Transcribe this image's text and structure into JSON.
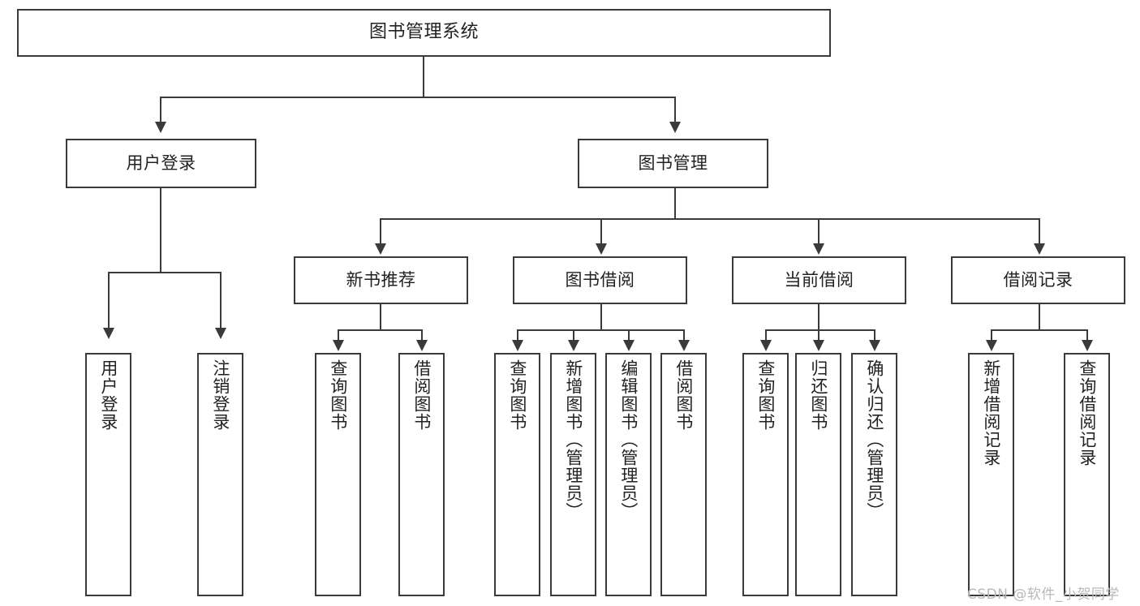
{
  "diagram": {
    "title": "图书管理系统",
    "type": "tree-hierarchy",
    "watermark": "CSDN @软件_小贺同学",
    "colors": {
      "stroke": "#3a3a3a",
      "fill": "#ffffff",
      "text": "#222222",
      "watermark": "#b9b9b9"
    },
    "levels": {
      "root": {
        "label": "图书管理系统"
      },
      "level2": [
        {
          "key": "user_login",
          "label": "用户登录"
        },
        {
          "key": "book_manage",
          "label": "图书管理"
        }
      ],
      "level3": [
        {
          "key": "new_book_rec",
          "label": "新书推荐",
          "parent": "book_manage"
        },
        {
          "key": "book_borrow",
          "label": "图书借阅",
          "parent": "book_manage"
        },
        {
          "key": "current_borrow",
          "label": "当前借阅",
          "parent": "book_manage"
        },
        {
          "key": "borrow_record",
          "label": "借阅记录",
          "parent": "book_manage"
        }
      ],
      "leaves": [
        {
          "key": "leaf_user_login",
          "label": "用户登录",
          "parent": "user_login"
        },
        {
          "key": "leaf_user_logout",
          "label": "注销登录",
          "parent": "user_login"
        },
        {
          "key": "leaf_rec_query",
          "label": "查询图书",
          "parent": "new_book_rec"
        },
        {
          "key": "leaf_rec_borrow",
          "label": "借阅图书",
          "parent": "new_book_rec"
        },
        {
          "key": "leaf_bb_query",
          "label": "查询图书",
          "parent": "book_borrow"
        },
        {
          "key": "leaf_bb_add",
          "label": "新增图书（管理员）",
          "parent": "book_borrow"
        },
        {
          "key": "leaf_bb_edit",
          "label": "编辑图书（管理员）",
          "parent": "book_borrow"
        },
        {
          "key": "leaf_bb_borrow",
          "label": "借阅图书",
          "parent": "book_borrow"
        },
        {
          "key": "leaf_cb_query",
          "label": "查询图书",
          "parent": "current_borrow"
        },
        {
          "key": "leaf_cb_return",
          "label": "归还图书",
          "parent": "current_borrow"
        },
        {
          "key": "leaf_cb_confirm",
          "label": "确认归还（管理员）",
          "parent": "current_borrow"
        },
        {
          "key": "leaf_br_add",
          "label": "新增借阅记录",
          "parent": "borrow_record"
        },
        {
          "key": "leaf_br_query",
          "label": "查询借阅记录",
          "parent": "borrow_record"
        }
      ]
    }
  }
}
